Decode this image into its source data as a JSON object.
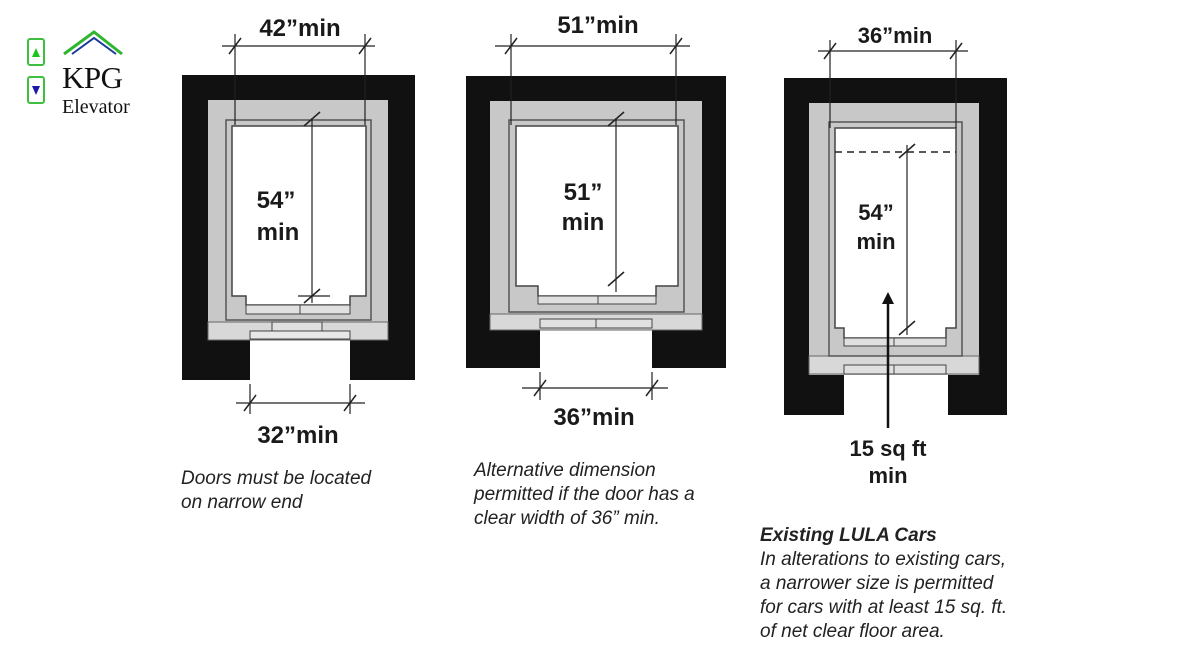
{
  "logo": {
    "name": "KPG",
    "subtitle": "Elevator",
    "colors": {
      "green": "#1cc41c",
      "blue": "#1a1aa8"
    }
  },
  "diagrams": [
    {
      "width_label": "42”min",
      "depth_label_1": "54”",
      "depth_label_2": "min",
      "door_label": "32”min",
      "caption_lines": [
        "Doors must be located",
        "on narrow end"
      ]
    },
    {
      "width_label": "51”min",
      "depth_label_1": "51”",
      "depth_label_2": "min",
      "door_label": "36”min",
      "caption_lines": [
        "Alternative dimension",
        "permitted if the door has a",
        "clear width of 36” min."
      ]
    },
    {
      "width_label": "36”min",
      "depth_label_1": "54”",
      "depth_label_2": "min",
      "area_label_1": "15 sq ft",
      "area_label_2": "min",
      "caption_title": "Existing LULA Cars",
      "caption_lines": [
        "In alterations to existing cars,",
        "a narrower size is permitted",
        "for cars with at least 15 sq. ft.",
        "of net clear floor area."
      ]
    }
  ]
}
